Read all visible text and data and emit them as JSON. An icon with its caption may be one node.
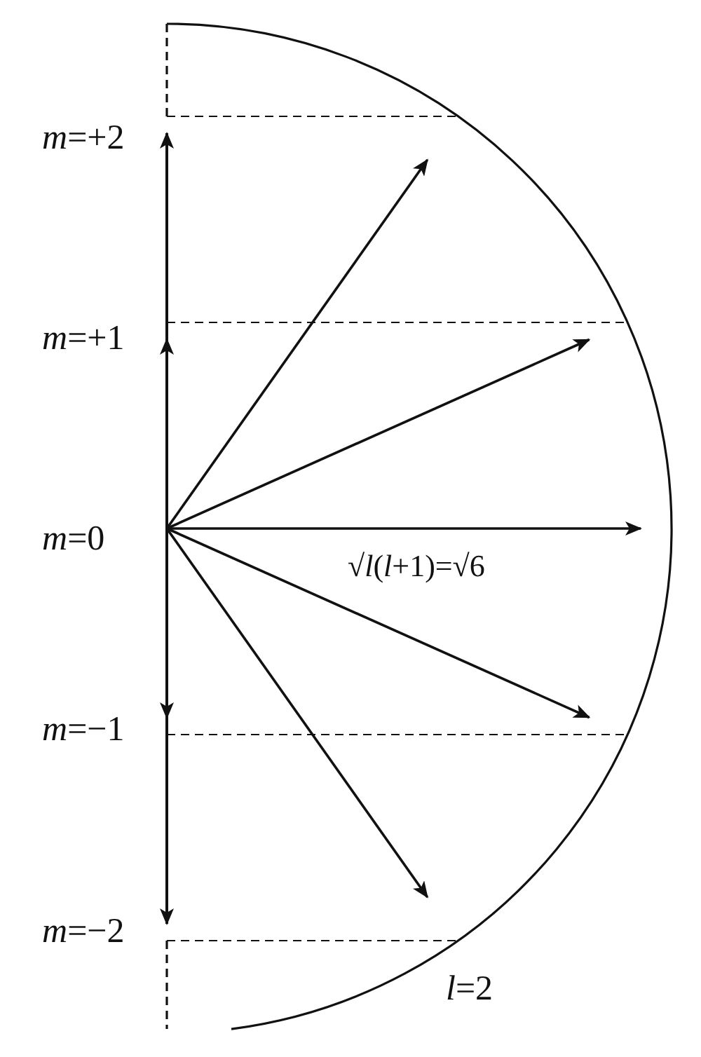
{
  "diagram": {
    "labels": [
      "*m*=+2",
      "*m*=+1",
      "*m*=0",
      "√*l*(*l*+1)=√6",
      "*m*=−1",
      "*m*=−2",
      "*l*=2"
    ]
  }
}
